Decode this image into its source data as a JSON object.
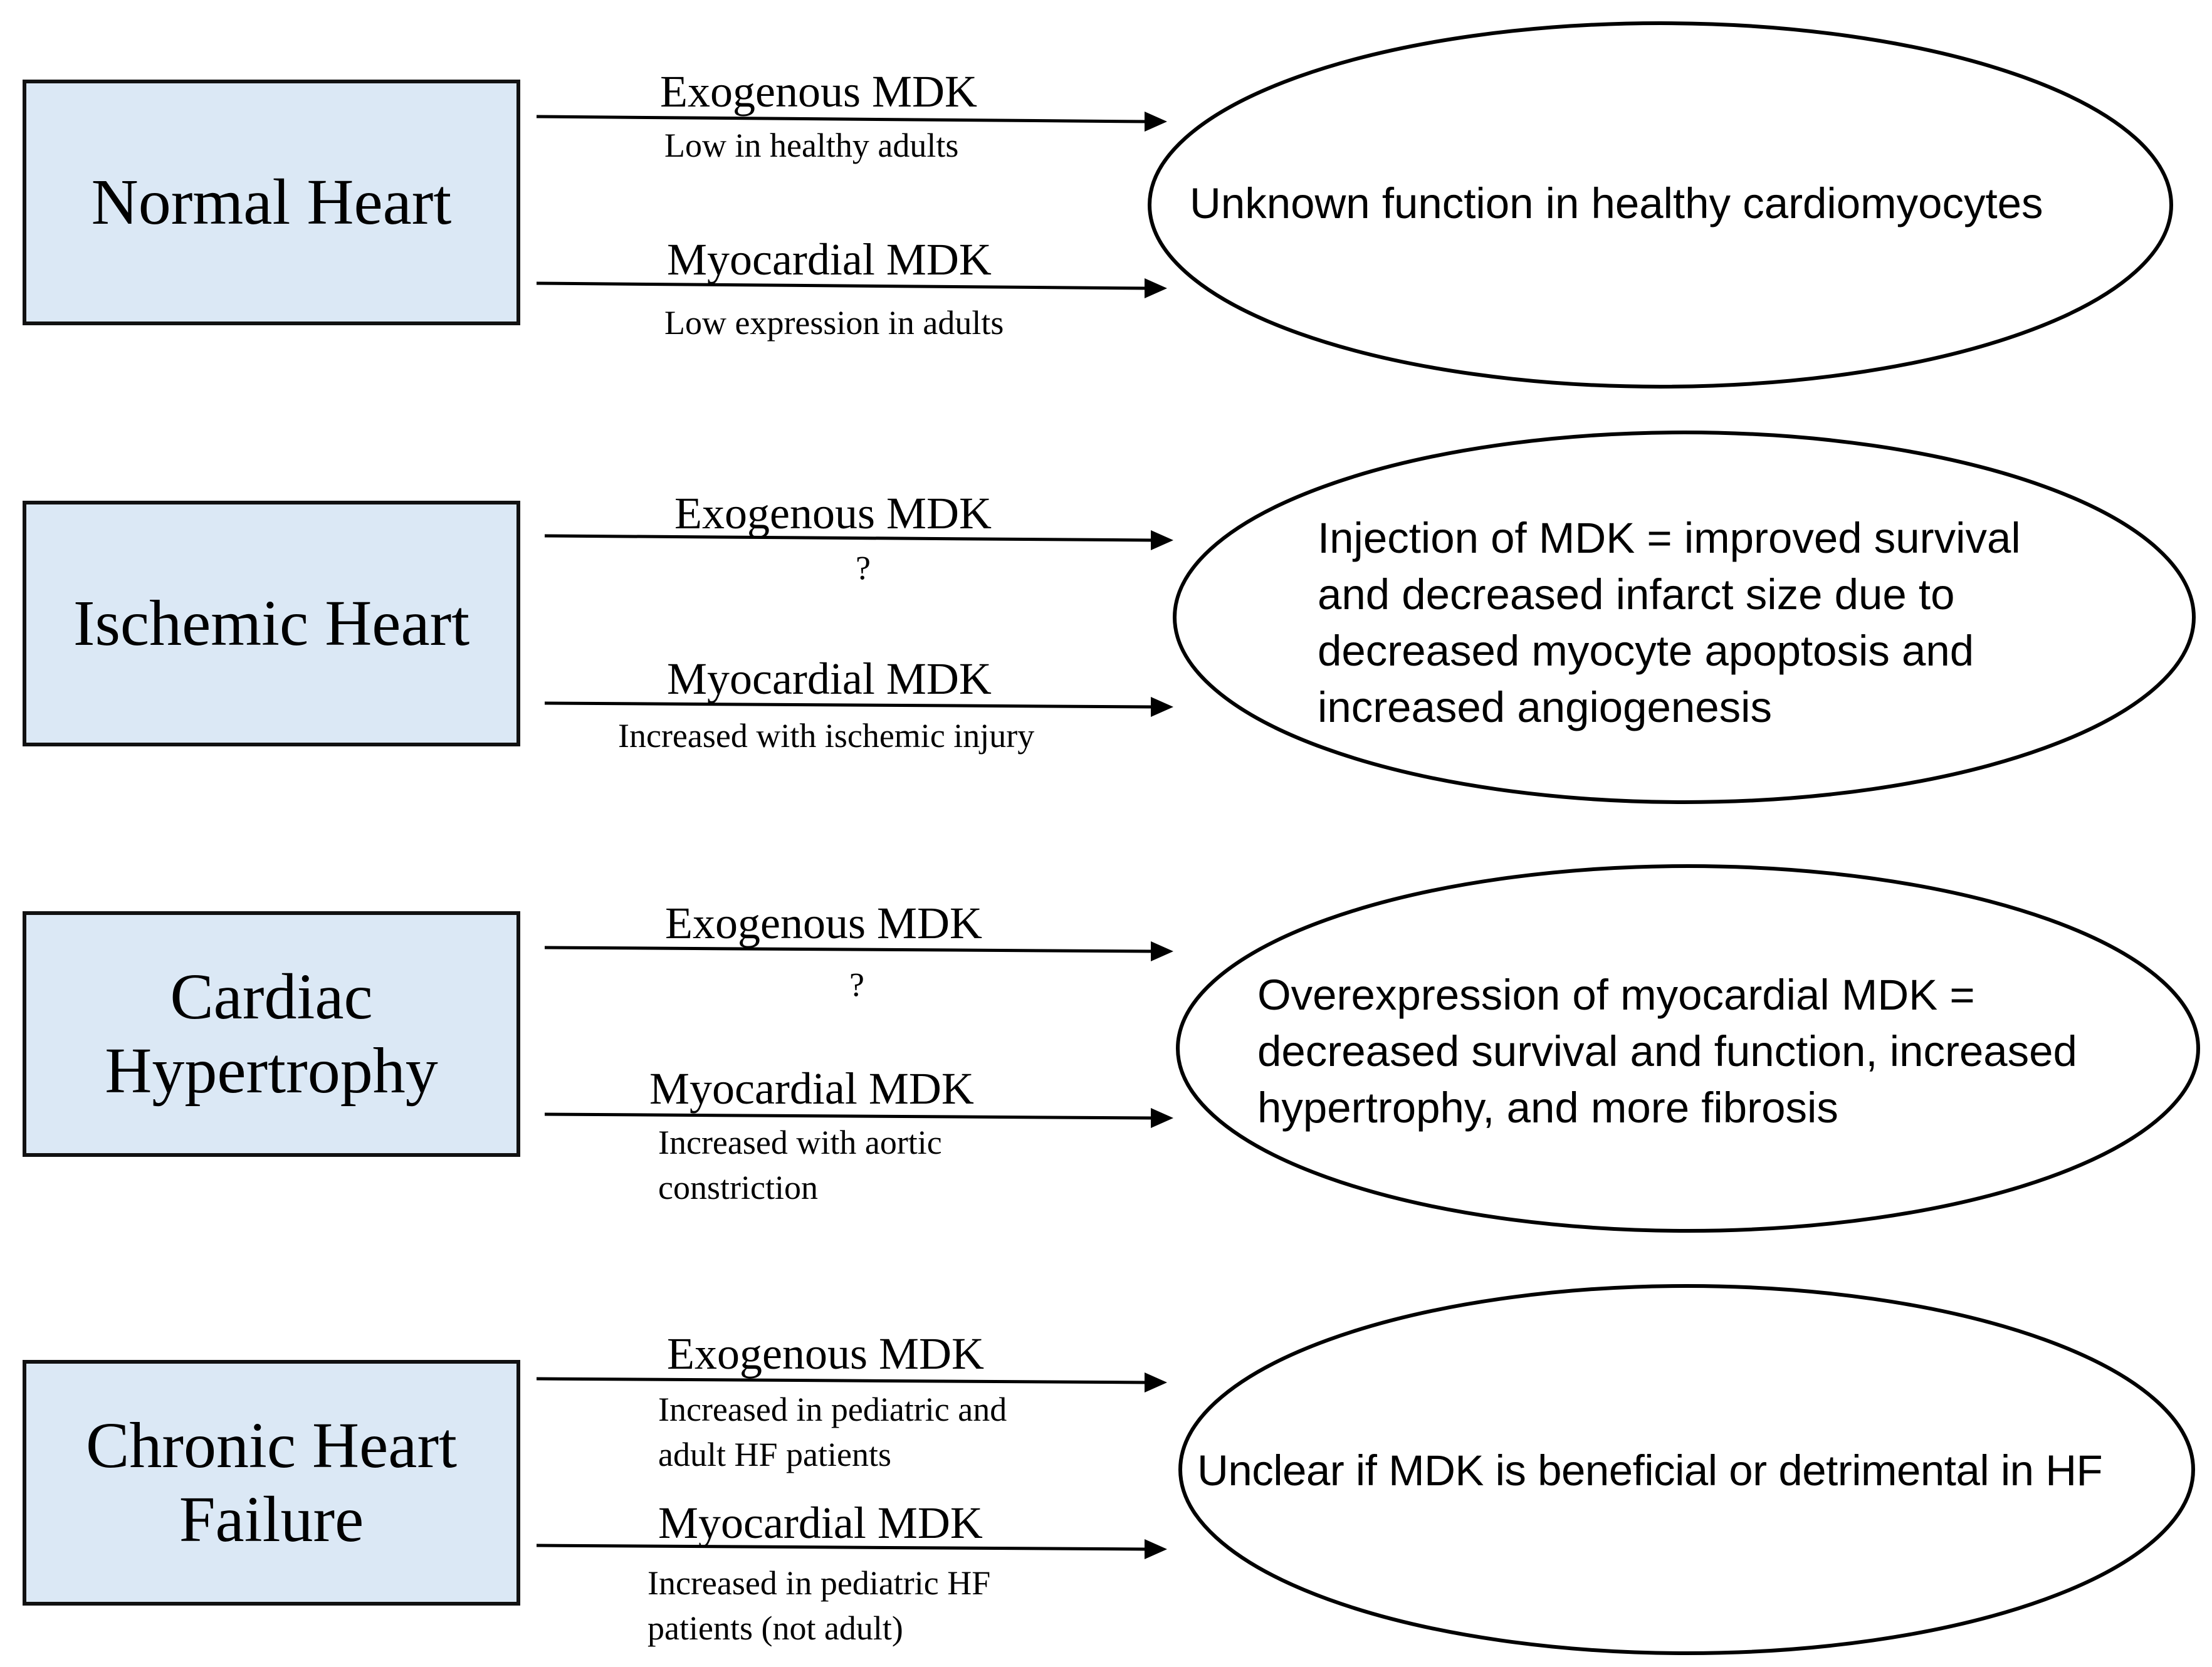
{
  "rows": [
    {
      "box_label": "Normal Heart",
      "exogenous": {
        "label": "Exogenous MDK",
        "note": "Low in healthy adults"
      },
      "myocardial": {
        "label": "Myocardial MDK",
        "note": "Low expression in adults"
      },
      "outcome": "Unknown function in healthy cardiomyocytes"
    },
    {
      "box_label": "Ischemic Heart",
      "exogenous": {
        "label": "Exogenous MDK",
        "note": "?"
      },
      "myocardial": {
        "label": "Myocardial MDK",
        "note": "Increased with ischemic injury"
      },
      "outcome": "Injection of MDK = improved survival\nand decreased infarct size due to\ndecreased myocyte apoptosis and\nincreased angiogenesis"
    },
    {
      "box_label": "Cardiac\nHypertrophy",
      "exogenous": {
        "label": "Exogenous MDK",
        "note": "?"
      },
      "myocardial": {
        "label": "Myocardial MDK",
        "note": "Increased with aortic\nconstriction"
      },
      "outcome": "Overexpression of myocardial MDK =\ndecreased survival and function, increased\nhypertrophy, and more fibrosis"
    },
    {
      "box_label": "Chronic Heart\nFailure",
      "exogenous": {
        "label": "Exogenous MDK",
        "note": "Increased in pediatric and\nadult HF patients"
      },
      "myocardial": {
        "label": "Myocardial MDK",
        "note": "Increased in pediatric HF\npatients (not adult)"
      },
      "outcome": "Unclear if MDK is beneficial or detrimental in HF"
    }
  ]
}
